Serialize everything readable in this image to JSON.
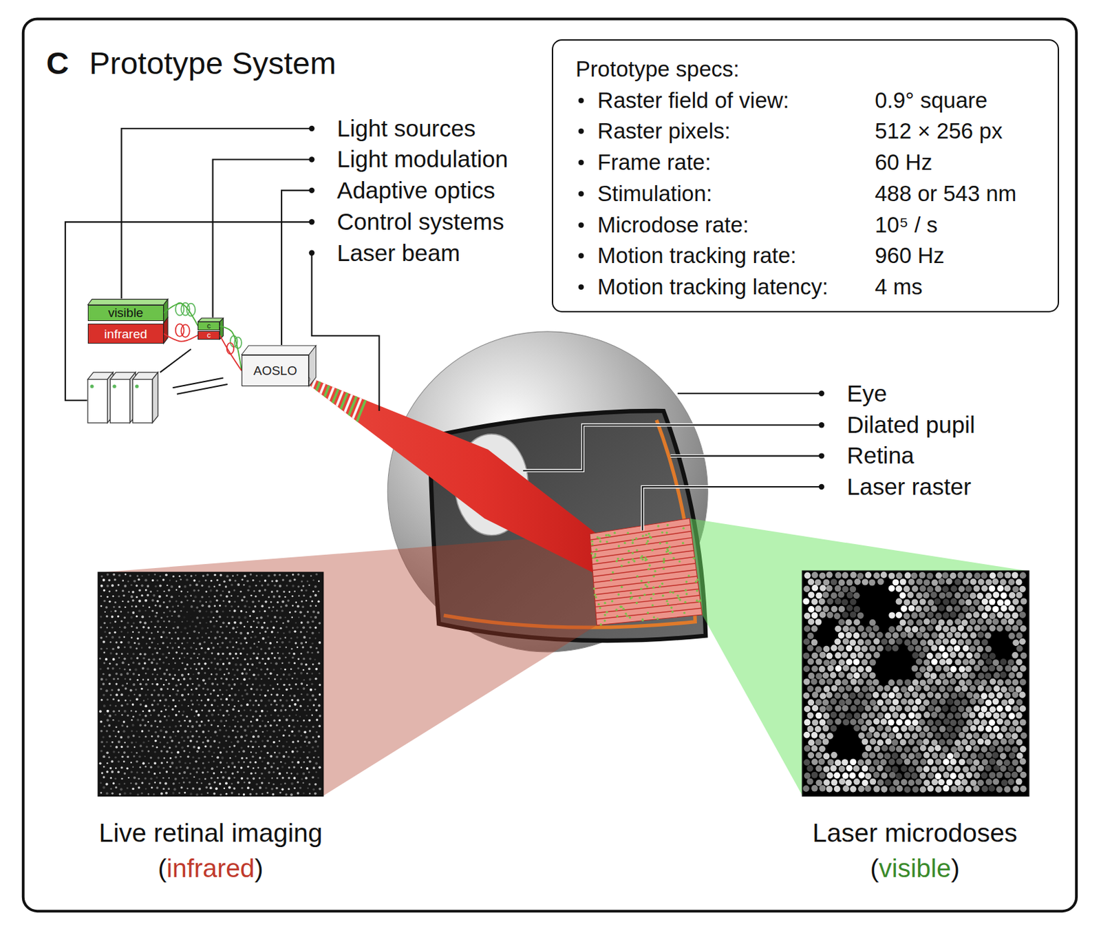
{
  "diagram": {
    "title": "Prototype System",
    "nodes": [
      {
        "text": [
          "Prototype specs:",
          "Raster field of view:",
          "0.9° square",
          "Raster pixels:",
          "512 × 256 px",
          "Frame rate:",
          "60 Hz",
          "Stimulation:",
          "488 or 543 nm",
          "Microdose rate:",
          "10⁵ / s",
          "Motion tracking rate:",
          "960 Hz",
          "Motion tracking latency:",
          "4 ms"
        ]
      },
      {
        "text": [
          "visible"
        ]
      },
      {
        "text": [
          "infrared"
        ]
      },
      {
        "text": [
          "c"
        ]
      },
      {
        "text": [
          "c"
        ]
      },
      {
        "text": [
          "AOSLO"
        ]
      }
    ],
    "edges": [
      {
        "from": 1,
        "to": 3,
        "arrow": "none"
      },
      {
        "from": 2,
        "to": 4,
        "arrow": "none"
      },
      {
        "from": 3,
        "to": 5,
        "arrow": "none"
      },
      {
        "from": 4,
        "to": 5,
        "arrow": "none"
      }
    ],
    "labels": [
      "C",
      "Light sources",
      "Light modulation",
      "Adaptive optics",
      "Control systems",
      "Laser beam",
      "Eye",
      "Dilated pupil",
      "Retina",
      "Laser raster",
      "Live retinal imaging",
      "(infrared)",
      "Laser microdoses",
      "(visible)"
    ]
  }
}
